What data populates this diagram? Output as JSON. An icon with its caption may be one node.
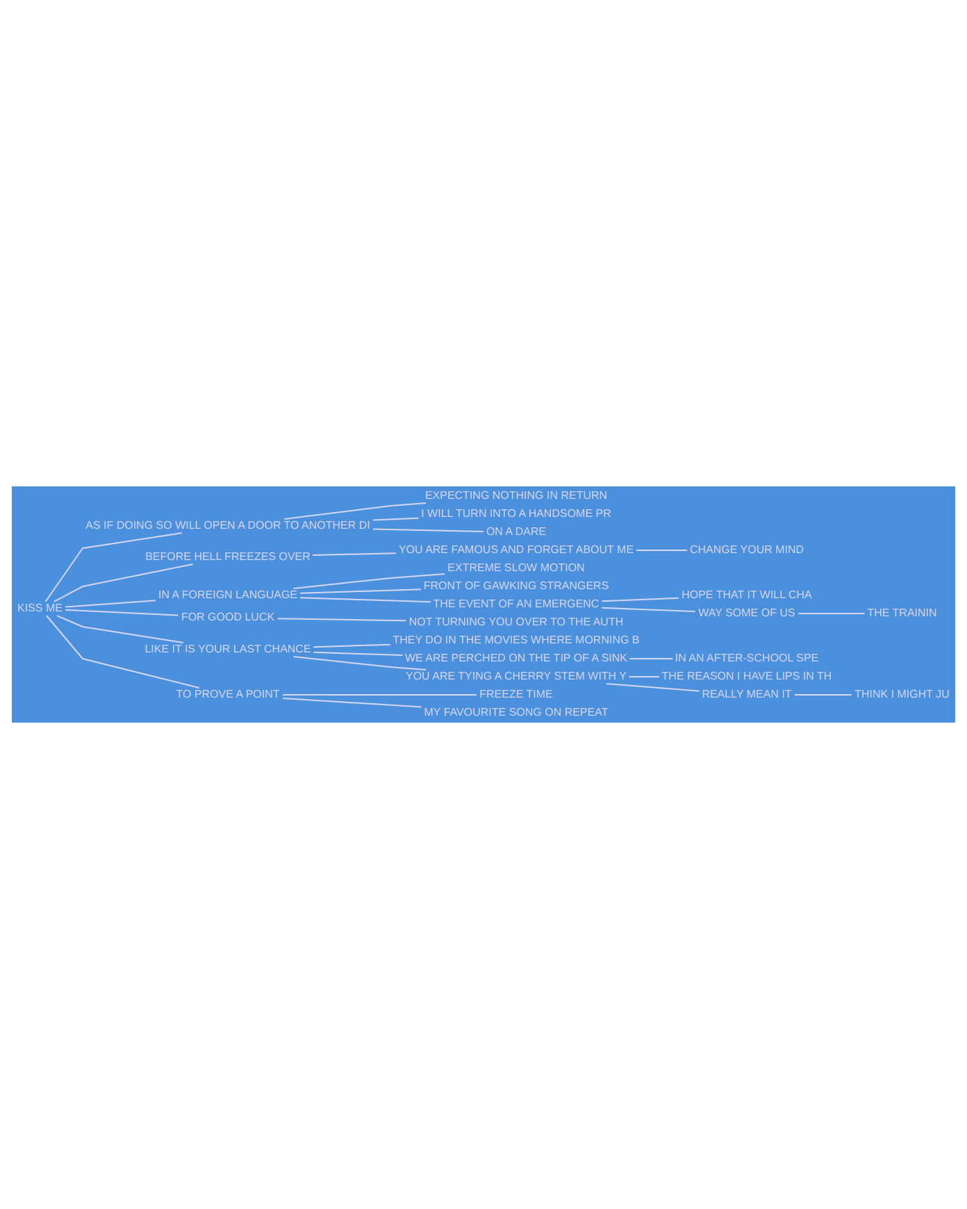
{
  "diagram": {
    "nodes": [
      {
        "text": [
          "KISS ME"
        ]
      },
      {
        "text": [
          "AS IF DOING SO WILL OPEN A DOOR TO ANOTHER DI"
        ]
      },
      {
        "text": [
          "EXPECTING NOTHING IN RETURN"
        ]
      },
      {
        "text": [
          "I WILL TURN INTO A HANDSOME PR"
        ]
      },
      {
        "text": [
          "ON A DARE"
        ]
      },
      {
        "text": [
          "BEFORE HELL FREEZES OVER"
        ]
      },
      {
        "text": [
          "YOU ARE FAMOUS AND FORGET ABOUT ME"
        ]
      },
      {
        "text": [
          "CHANGE YOUR MIND"
        ]
      },
      {
        "text": [
          "IN A FOREIGN LANGUAGE"
        ]
      },
      {
        "text": [
          "EXTREME SLOW MOTION"
        ]
      },
      {
        "text": [
          "FRONT OF GAWKING STRANGERS"
        ]
      },
      {
        "text": [
          "THE EVENT OF AN EMERGENC"
        ]
      },
      {
        "text": [
          "HOPE THAT IT WILL CHA"
        ]
      },
      {
        "text": [
          "WAY SOME OF US"
        ]
      },
      {
        "text": [
          "THE TRAININ"
        ]
      },
      {
        "text": [
          "FOR GOOD LUCK"
        ]
      },
      {
        "text": [
          "NOT TURNING YOU OVER TO THE AUTH"
        ]
      },
      {
        "text": [
          "LIKE IT IS YOUR LAST CHANCE"
        ]
      },
      {
        "text": [
          "THEY DO IN THE MOVIES WHERE MORNING B"
        ]
      },
      {
        "text": [
          "WE ARE PERCHED ON THE TIP OF A SINK"
        ]
      },
      {
        "text": [
          "IN AN AFTER-SCHOOL SPE"
        ]
      },
      {
        "text": [
          "YOU ARE TYING A CHERRY STEM WITH Y"
        ]
      },
      {
        "text": [
          "THE REASON I HAVE LIPS IN TH"
        ]
      },
      {
        "text": [
          "REALLY MEAN IT"
        ]
      },
      {
        "text": [
          "THINK I MIGHT JU"
        ]
      },
      {
        "text": [
          "TO PROVE A POINT"
        ]
      },
      {
        "text": [
          "FREEZE TIME"
        ]
      },
      {
        "text": [
          "MY FAVOURITE SONG ON REPEAT"
        ]
      }
    ],
    "edges": [
      {
        "from": 0,
        "to": 1,
        "arrow": "none"
      },
      {
        "from": 1,
        "to": 2,
        "arrow": "none"
      },
      {
        "from": 1,
        "to": 3,
        "arrow": "none"
      },
      {
        "from": 1,
        "to": 4,
        "arrow": "none"
      },
      {
        "from": 0,
        "to": 5,
        "arrow": "none"
      },
      {
        "from": 5,
        "to": 6,
        "arrow": "none"
      },
      {
        "from": 6,
        "to": 7,
        "arrow": "none"
      },
      {
        "from": 0,
        "to": 8,
        "arrow": "none"
      },
      {
        "from": 8,
        "to": 9,
        "arrow": "none"
      },
      {
        "from": 8,
        "to": 10,
        "arrow": "none"
      },
      {
        "from": 8,
        "to": 11,
        "arrow": "none"
      },
      {
        "from": 11,
        "to": 12,
        "arrow": "none"
      },
      {
        "from": 11,
        "to": 13,
        "arrow": "none"
      },
      {
        "from": 13,
        "to": 14,
        "arrow": "none"
      },
      {
        "from": 0,
        "to": 15,
        "arrow": "none"
      },
      {
        "from": 15,
        "to": 16,
        "arrow": "none"
      },
      {
        "from": 0,
        "to": 17,
        "arrow": "none"
      },
      {
        "from": 17,
        "to": 18,
        "arrow": "none"
      },
      {
        "from": 17,
        "to": 19,
        "arrow": "none"
      },
      {
        "from": 19,
        "to": 20,
        "arrow": "none"
      },
      {
        "from": 17,
        "to": 21,
        "arrow": "none"
      },
      {
        "from": 21,
        "to": 22,
        "arrow": "none"
      },
      {
        "from": 21,
        "to": 23,
        "arrow": "none"
      },
      {
        "from": 23,
        "to": 24,
        "arrow": "none"
      },
      {
        "from": 0,
        "to": 25,
        "arrow": "none"
      },
      {
        "from": 25,
        "to": 26,
        "arrow": "none"
      },
      {
        "from": 25,
        "to": 27,
        "arrow": "none"
      }
    ]
  }
}
